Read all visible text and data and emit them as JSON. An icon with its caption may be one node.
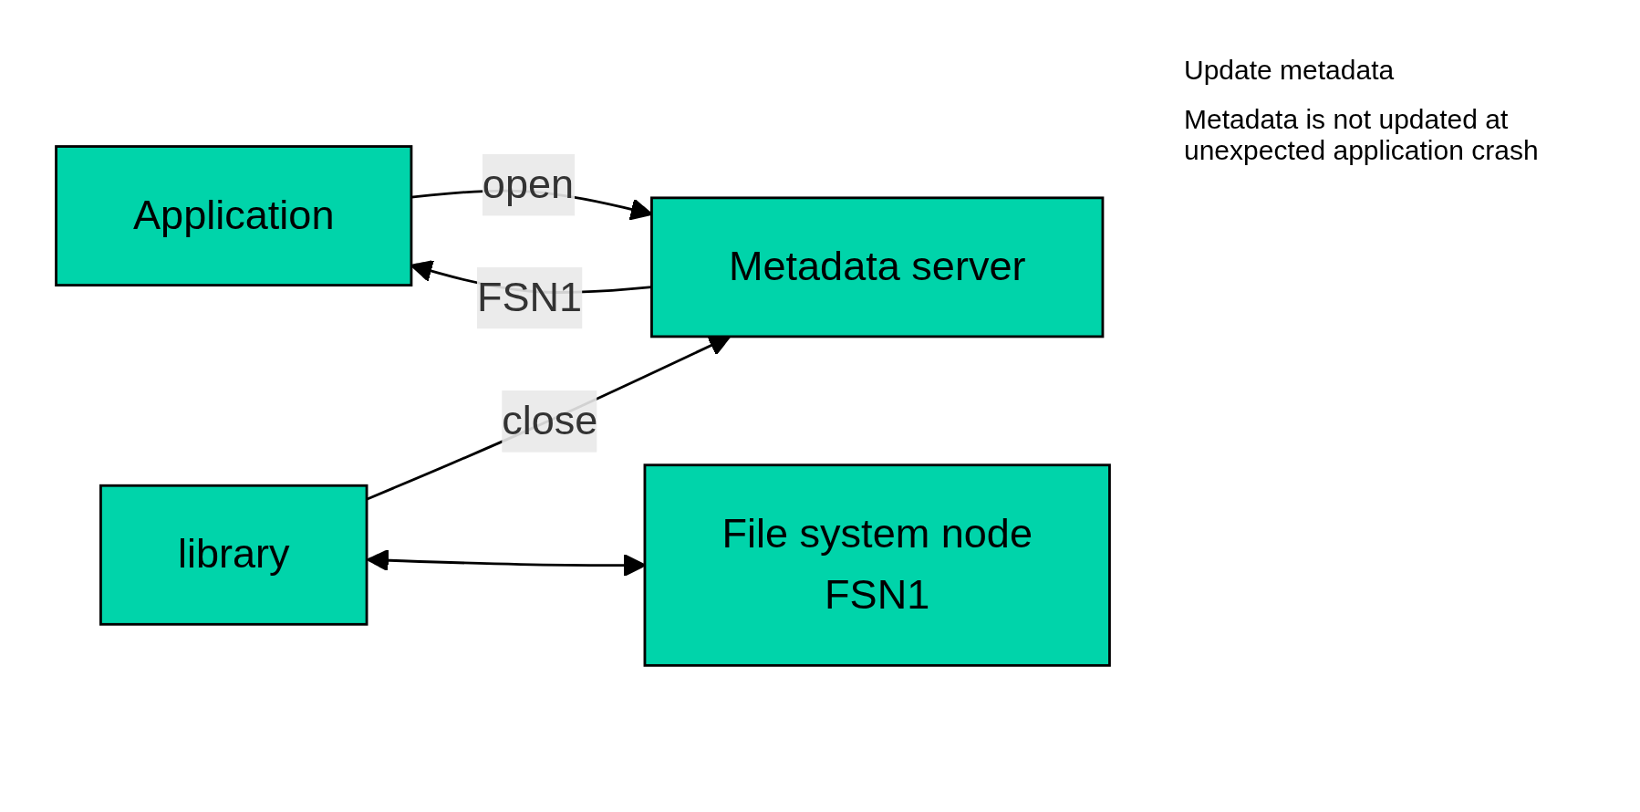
{
  "diagram": {
    "nodes": [
      {
        "text": [
          "Application"
        ]
      },
      {
        "text": [
          "library"
        ]
      },
      {
        "text": [
          "Metadata server"
        ]
      },
      {
        "text": [
          "File system node",
          "FSN1"
        ]
      }
    ],
    "edges": [
      {
        "from": 0,
        "to": 2,
        "arrow": "to",
        "label": "open"
      },
      {
        "from": 2,
        "to": 0,
        "arrow": "to",
        "label": "FSN1"
      },
      {
        "from": 1,
        "to": 2,
        "arrow": "to",
        "label": "close"
      },
      {
        "from": 1,
        "to": 3,
        "arrow": "both"
      }
    ],
    "labels": [
      "Update metadata",
      "Metadata is not updated at unexpected application crash"
    ]
  }
}
